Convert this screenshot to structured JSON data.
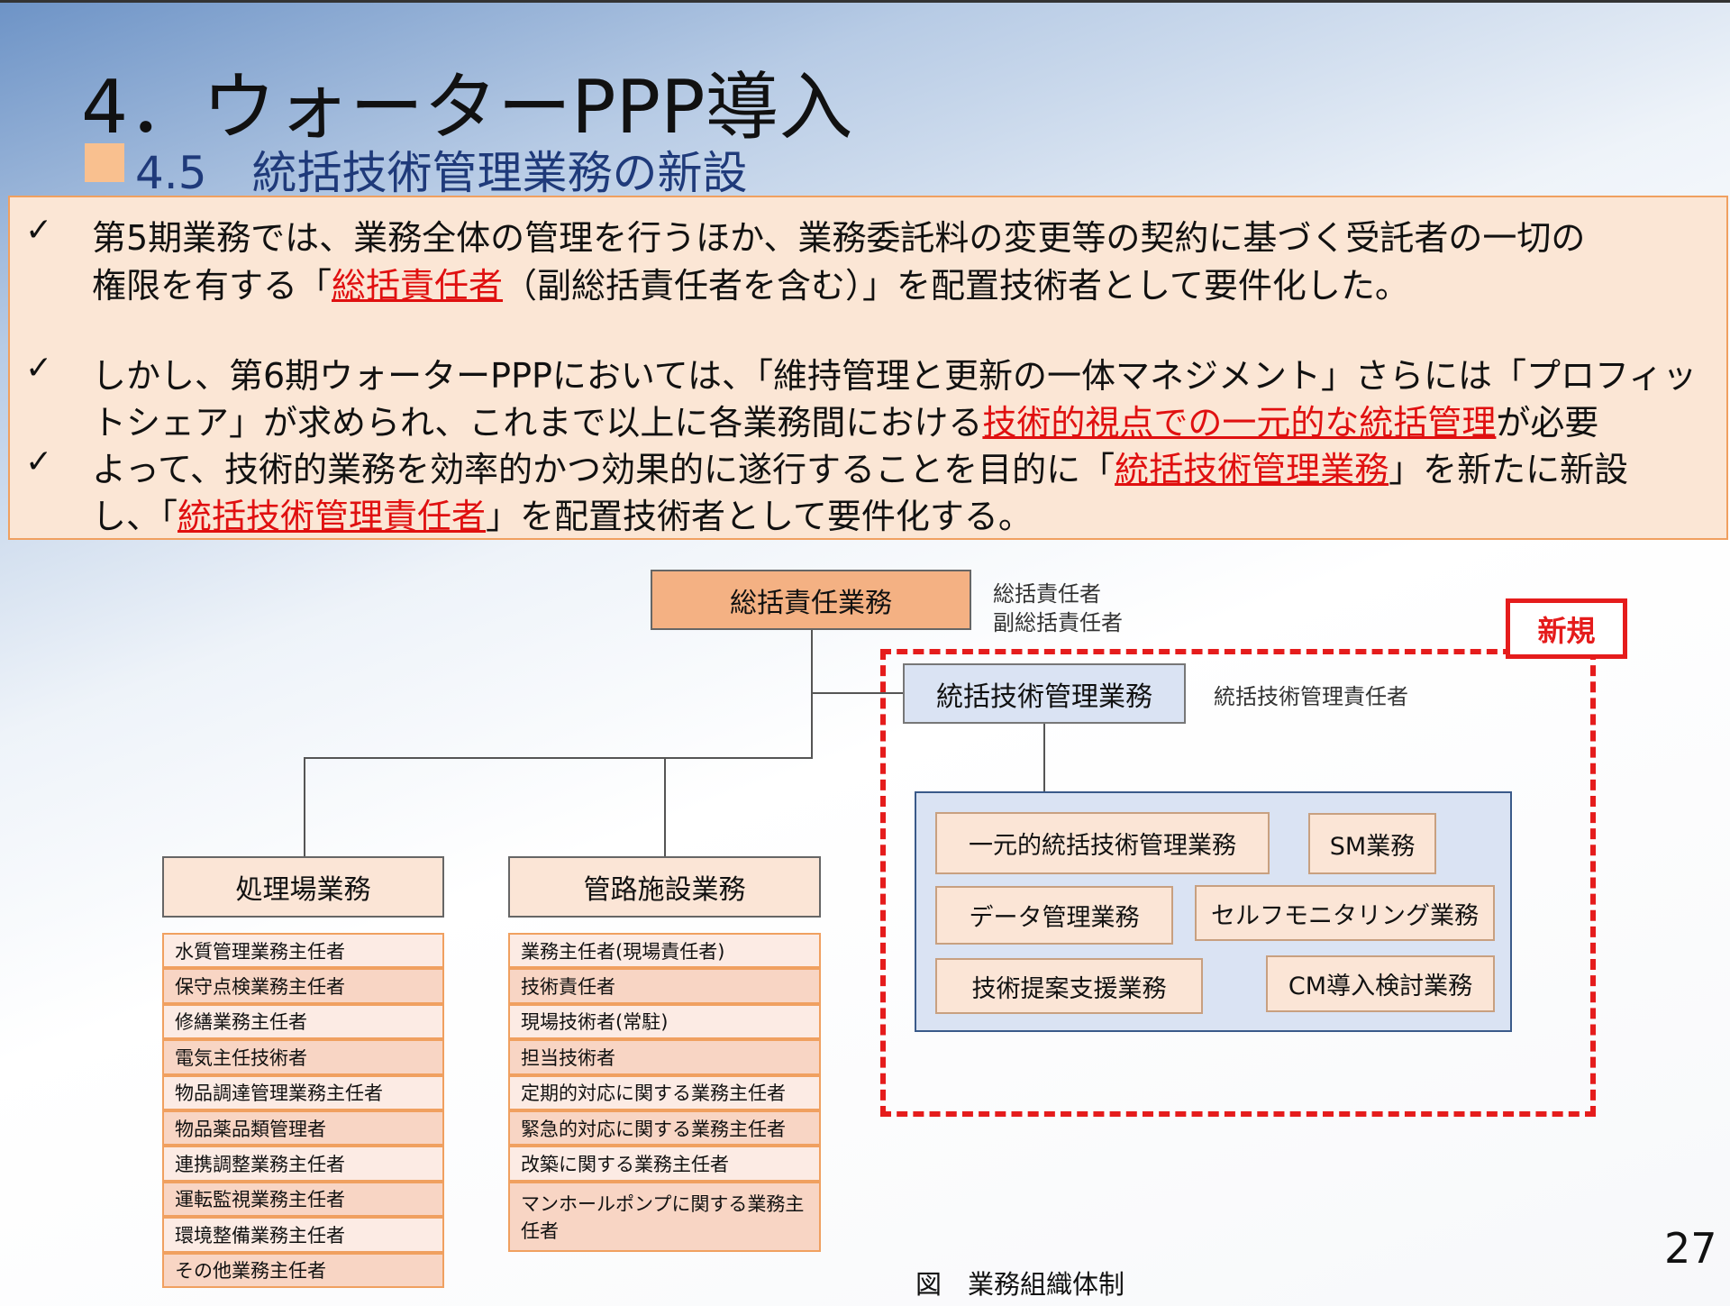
{
  "title": "4．ウォーターPPP導入",
  "subtitle": "4.5　統括技術管理業務の新設",
  "bullets": [
    {
      "check": "✓",
      "lines": [
        [
          "第5期業務では、業務全体の管理を行うほか、業務委託料の変更等の契約に基づく受託者の一切の"
        ],
        [
          "権限を有する「",
          "総括責任者",
          "（副総括責任者を含む）」を配置技術者として要件化した。"
        ]
      ]
    },
    {
      "check": "✓",
      "lines": [
        [
          "しかし、第6期ウォーターPPPにおいては、「維持管理と更新の一体マネジメント」さらには「プロフィッ"
        ],
        [
          "トシェア」が求められ、これまで以上に各業務間における",
          "技術的視点での一元的な統括管理",
          "が必要"
        ]
      ]
    },
    {
      "check": "✓",
      "lines": [
        [
          "よって、技術的業務を効率的かつ効果的に遂行することを目的に「",
          "統括技術管理業務",
          "」を新たに新設"
        ],
        [
          "し、「",
          "統括技術管理責任者",
          "」を配置技術者として要件化する。"
        ]
      ]
    }
  ],
  "org": {
    "top": "総括責任業務",
    "top_roles": [
      "総括責任者",
      "副総括責任者"
    ],
    "new_badge": "新規",
    "tech": "統括技術管理業務",
    "tech_role": "統括技術管理責任者",
    "tech_sub": [
      "一元的統括技術管理業務",
      "SM業務",
      "データ管理業務",
      "セルフモニタリング業務",
      "技術提案支援業務",
      "CM導入検討業務"
    ],
    "plant": "処理場業務",
    "plant_roles": [
      "水質管理業務主任者",
      "保守点検業務主任者",
      "修繕業務主任者",
      "電気主任技術者",
      "物品調達管理業務主任者",
      "物品薬品類管理者",
      "連携調整業務主任者",
      "運転監視業務主任者",
      "環境整備業務主任者",
      "その他業務主任者"
    ],
    "pipe": "管路施設業務",
    "pipe_roles": [
      "業務主任者(現場責任者)",
      "技術責任者",
      "現場技術者(常駐)",
      "担当技術者",
      "定期的対応に関する業務主任者",
      "緊急的対応に関する業務主任者",
      "改築に関する業務主任者",
      "マンホールポンプに関する業務主任者"
    ]
  },
  "caption": "図　業務組織体制",
  "page_number": "27"
}
